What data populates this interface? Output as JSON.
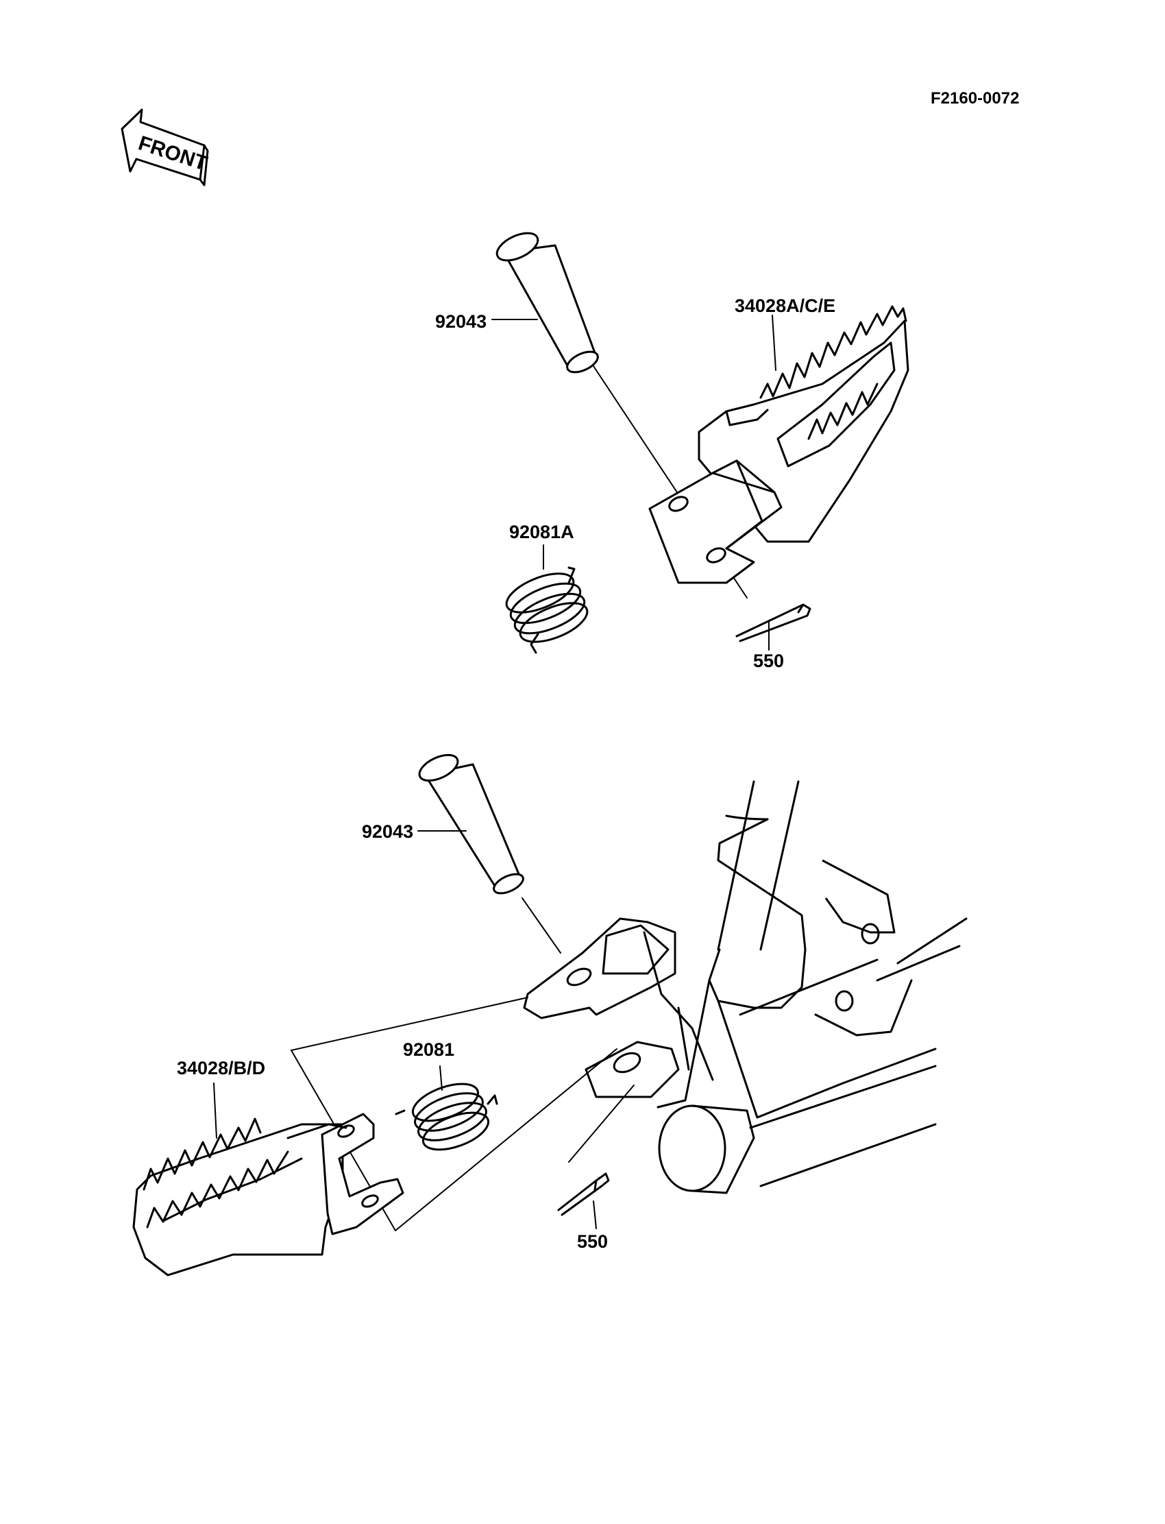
{
  "diagram": {
    "ref_code": "F2160-0072",
    "front_arrow_label": "FRONT",
    "upper": {
      "pin_label": "92043",
      "footpeg_label": "34028A/C/E",
      "spring_label": "92081A",
      "cotter_label": "550"
    },
    "lower": {
      "pin_label": "92043",
      "footpeg_label": "34028/B/D",
      "spring_label": "92081",
      "cotter_label": "550"
    }
  }
}
